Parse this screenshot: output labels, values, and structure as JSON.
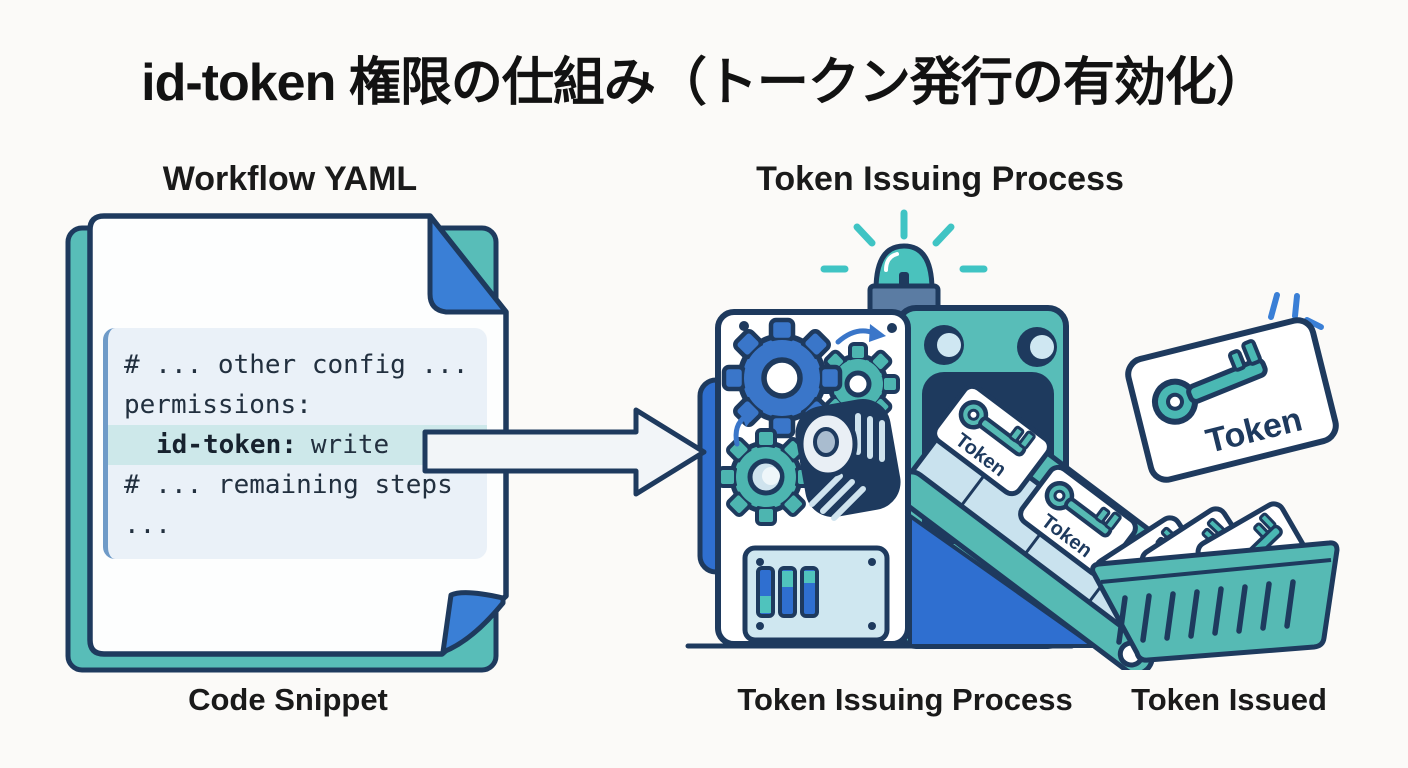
{
  "title": "id-token 権限の仕組み（トークン発行の有効化）",
  "workflow": {
    "heading": "Workflow YAML",
    "caption": "Code Snippet",
    "code": {
      "line1": "# ... other config ...",
      "line2": "permissions:",
      "line3_key": "id-token:",
      "line3_value": "write",
      "line4": "# ... remaining steps",
      "line5": "..."
    }
  },
  "process": {
    "heading": "Token Issuing Process",
    "caption": "Token Issuing Process",
    "token_label": "Token"
  },
  "issued": {
    "caption": "Token Issued",
    "token_label": "Token"
  },
  "colors": {
    "navy_outline": "#1e3a5e",
    "teal": "#56bab4",
    "blue": "#2f6fd0",
    "gear_blue": "#3a76c9",
    "light_blue": "#c9e2ee",
    "code_bg": "#eaf1f8",
    "code_highlight": "#cde8ea",
    "background": "#fbfaf8"
  }
}
